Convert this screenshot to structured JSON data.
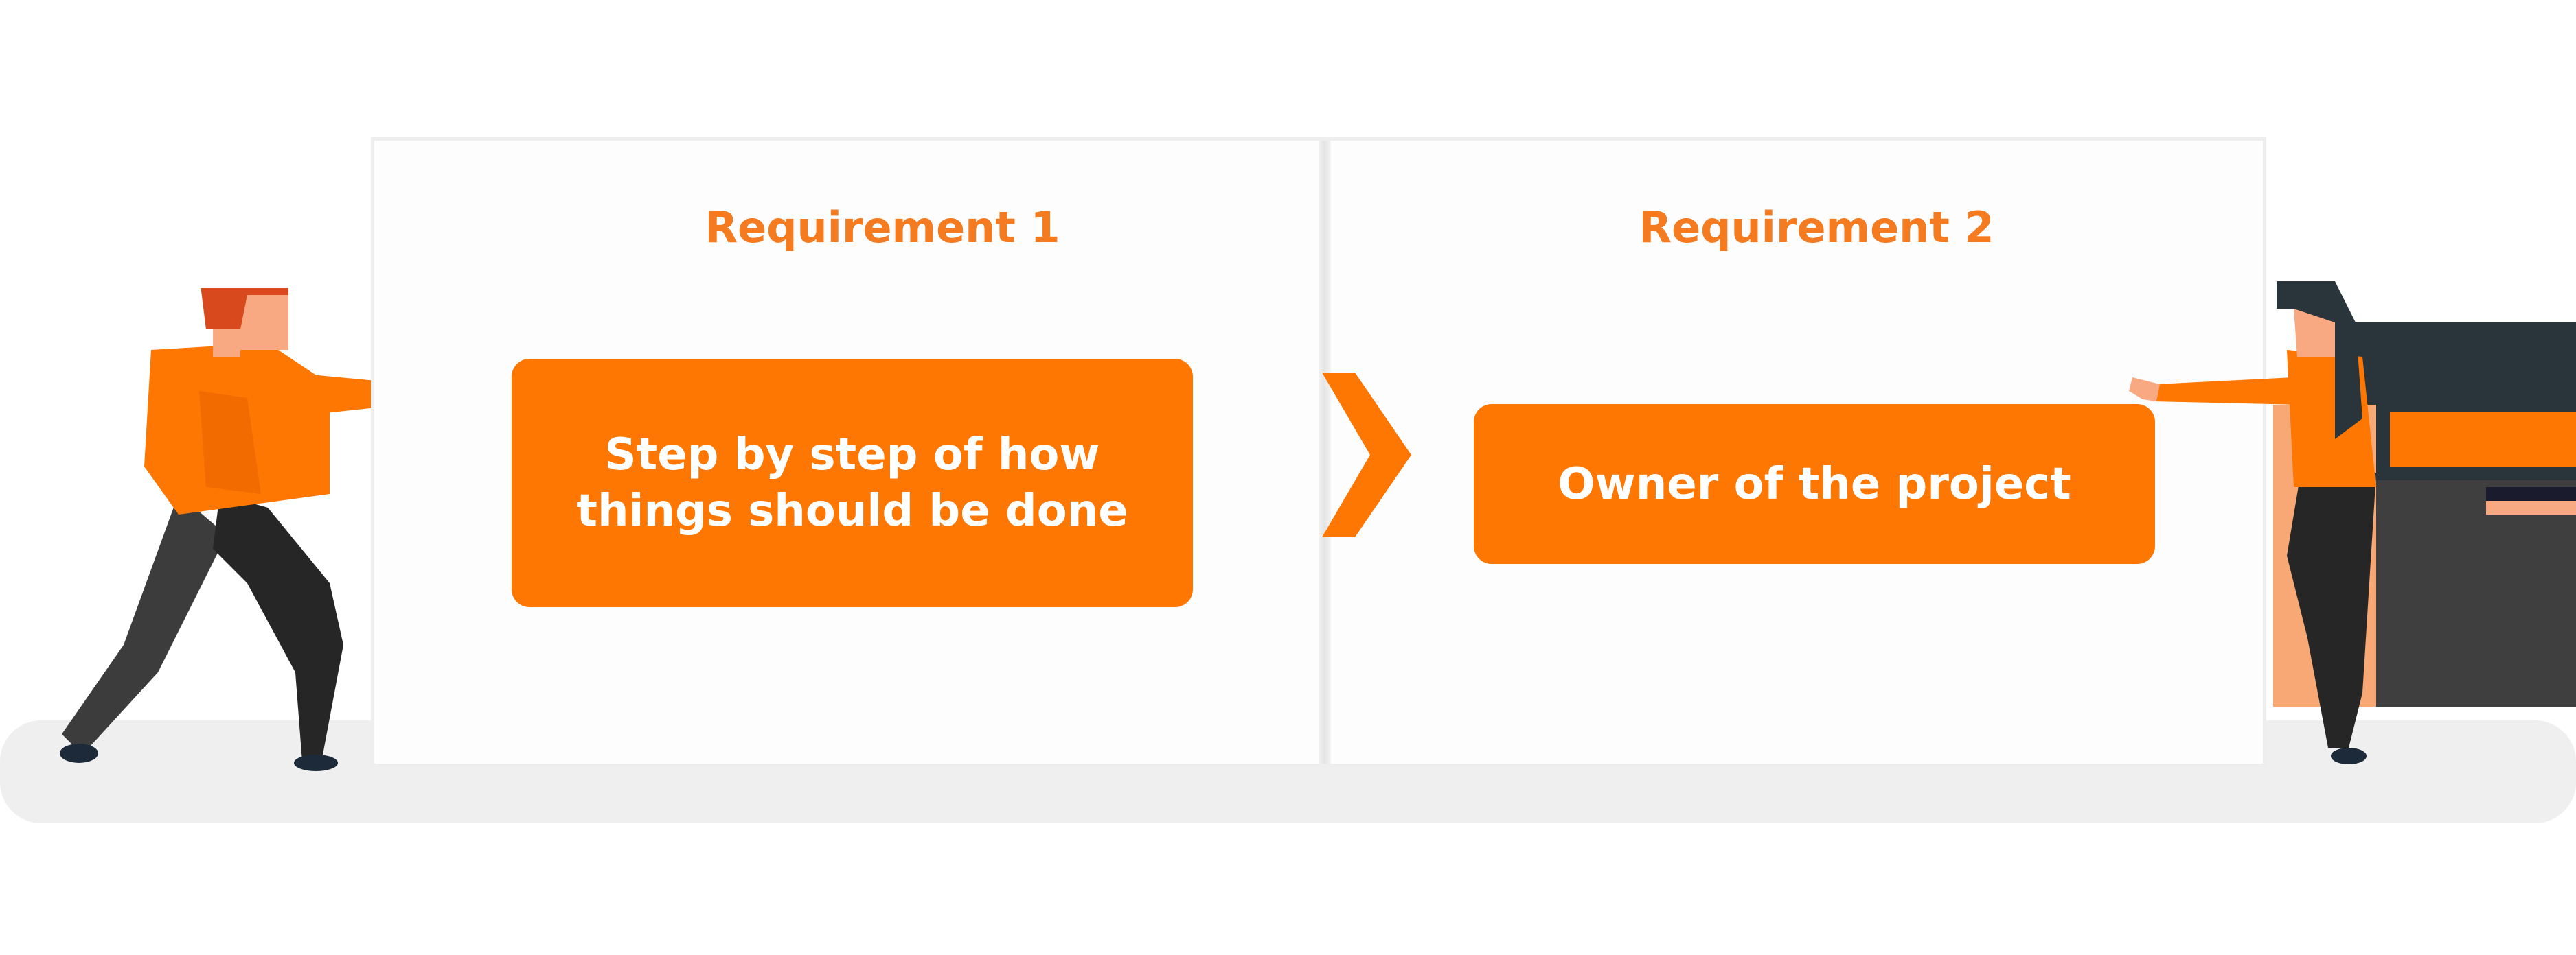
{
  "requirements": [
    {
      "title": "Requirement 1",
      "description": "Step by step of how things should be done"
    },
    {
      "title": "Requirement 2",
      "description": "Owner of the project"
    }
  ],
  "colors": {
    "accent": "#fd7702",
    "title": "#f47b20",
    "board": "#fdfdfd",
    "dark": "#262626",
    "skin": "#f9a982"
  },
  "icons": {
    "connector": "chevron-right-icon",
    "left_person": "person-pushing-illustration",
    "right_person": "person-reaching-illustration"
  }
}
